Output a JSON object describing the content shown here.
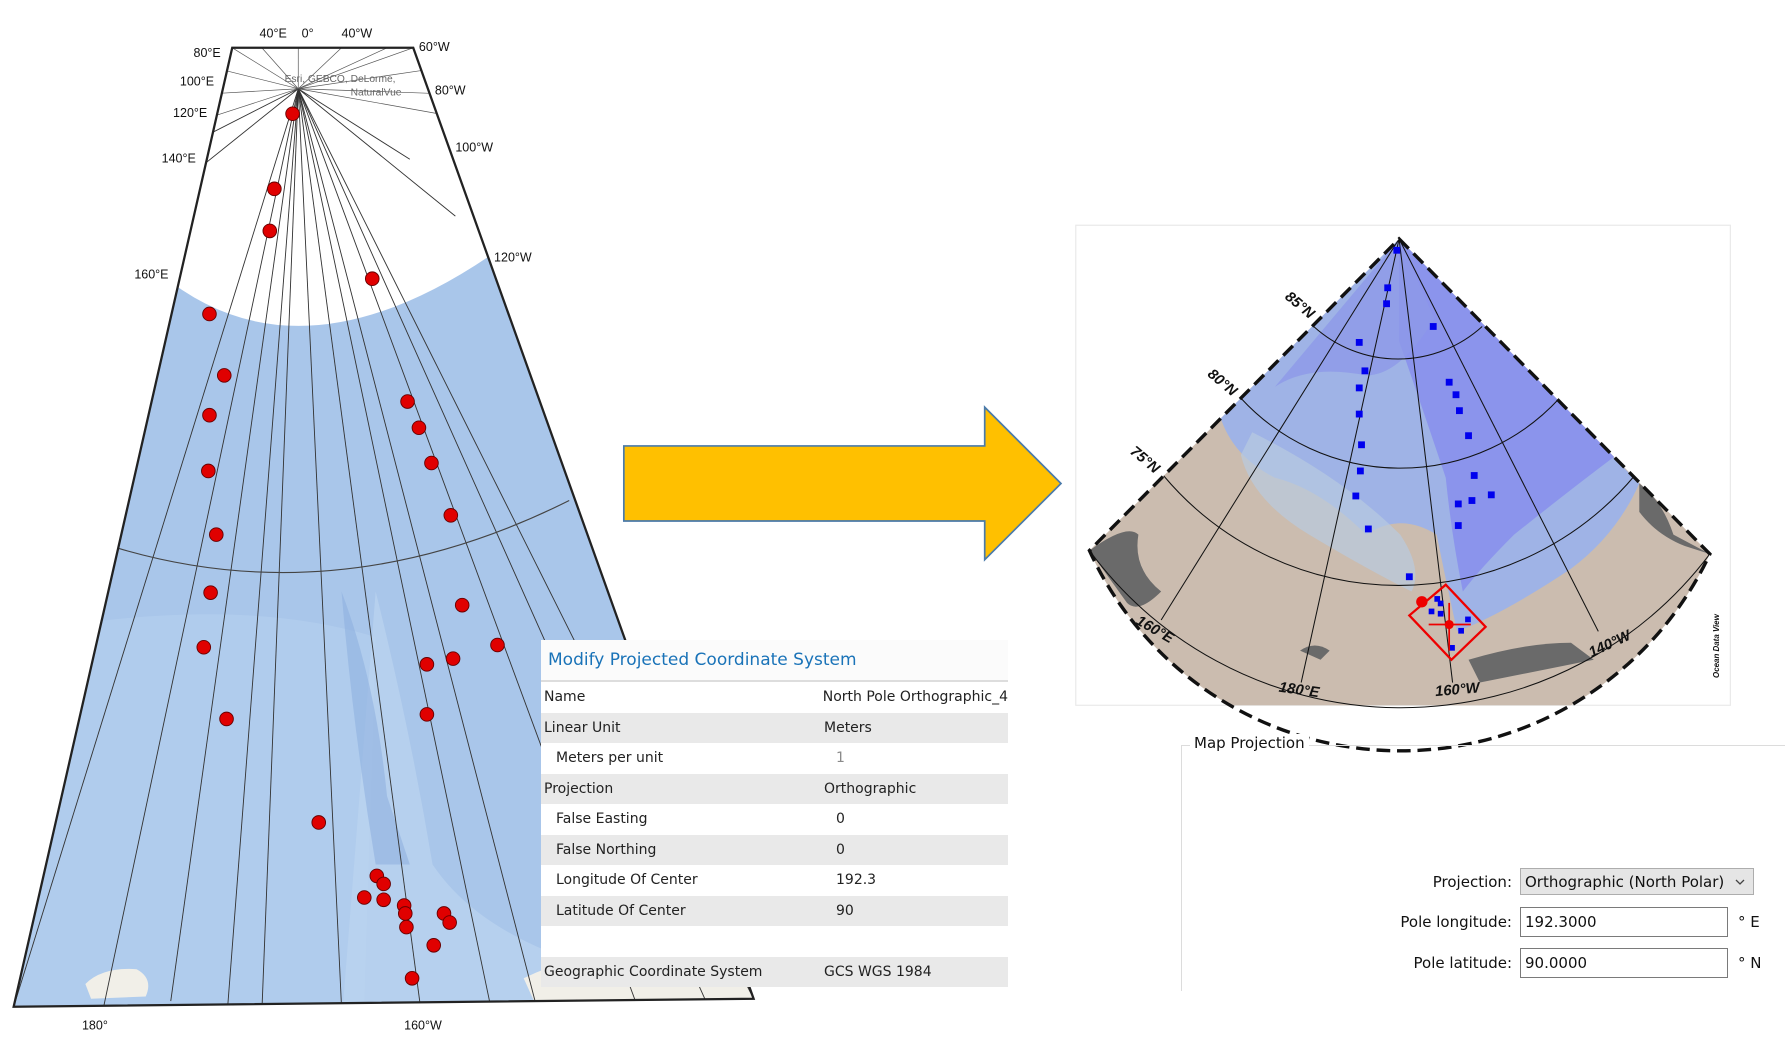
{
  "left_map": {
    "attribution_line1": "Esri, GEBCO, DeLorme,",
    "attribution_line2": "NaturalVue",
    "top_labels": [
      "40°E",
      "0°",
      "40°W"
    ],
    "left_labels": [
      "80°E",
      "100°E",
      "120°E",
      "140°E",
      "160°E"
    ],
    "right_labels": [
      "60°W",
      "80°W",
      "100°W",
      "120°W"
    ],
    "bottom_labels": [
      "180°",
      "160°W"
    ],
    "ocean_color": "#a9c6ea",
    "marker_color": "#e00000",
    "marker_count": 38
  },
  "arrow": {
    "color": "#ffc000",
    "stroke": "#4a7aaa",
    "direction": "right"
  },
  "right_map": {
    "lat_labels": [
      "85°N",
      "80°N",
      "75°N"
    ],
    "lon_labels": [
      "160°E",
      "180°E",
      "160°W",
      "140°W"
    ],
    "credit": "Ocean Data View",
    "station_color": "#0000ee",
    "highlight_color": "#ee0000"
  },
  "property_table": {
    "title": "Modify Projected Coordinate System",
    "rows": [
      {
        "key": "Name",
        "value": "North Pole Orthographic_4"
      },
      {
        "key": "Linear Unit",
        "value": "Meters"
      },
      {
        "key": "Meters per unit",
        "value": "1"
      },
      {
        "key": "Projection",
        "value": "Orthographic"
      },
      {
        "key": "False Easting",
        "value": "0"
      },
      {
        "key": "False Northing",
        "value": "0"
      },
      {
        "key": "Longitude Of Center",
        "value": "192.3"
      },
      {
        "key": "Latitude Of Center",
        "value": "90"
      },
      {
        "key": "",
        "value": ""
      },
      {
        "key": "Geographic Coordinate System",
        "value": "GCS WGS 1984"
      }
    ]
  },
  "map_projection": {
    "group_title": "Map Projection",
    "projection_label": "Projection:",
    "projection_value": "Orthographic (North Polar)",
    "pole_longitude_label": "Pole longitude:",
    "pole_longitude_value": "192.3000",
    "pole_longitude_unit": "° E",
    "pole_latitude_label": "Pole latitude:",
    "pole_latitude_value": "90.0000",
    "pole_latitude_unit": "° N"
  }
}
